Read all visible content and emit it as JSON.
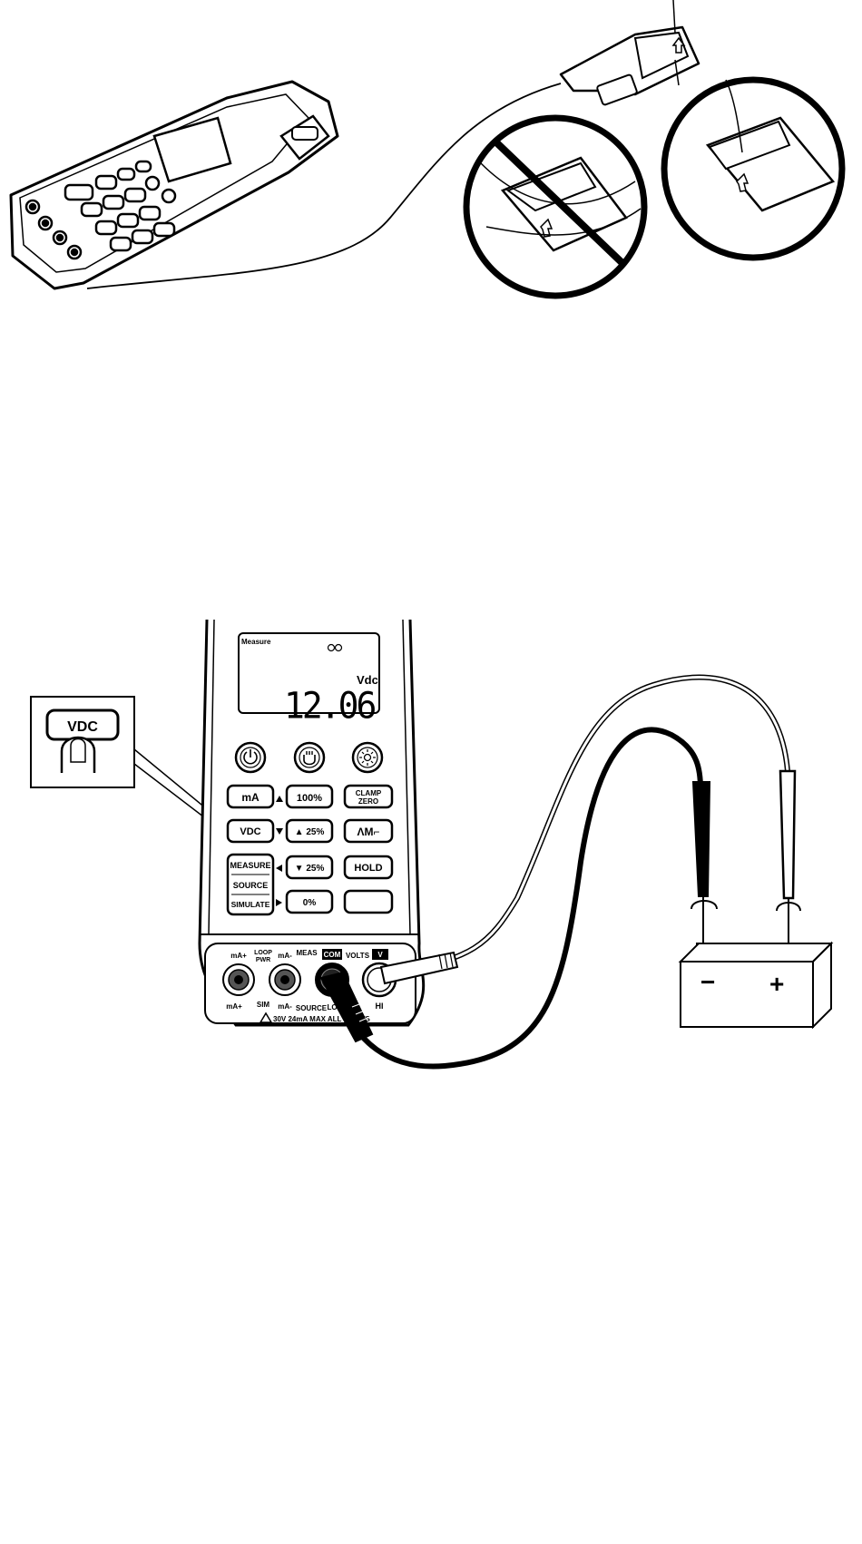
{
  "display": {
    "mode_label": "Measure",
    "reading": "12.06",
    "unit": "Vdc"
  },
  "callout": {
    "key_label": "VDC"
  },
  "keys": {
    "ma": "mA",
    "pct100": "100%",
    "clamp_zero_1": "CLAMP",
    "clamp_zero_2": "ZERO",
    "vdc": "VDC",
    "up25": "▲ 25%",
    "ramp": "ΛΜ⌐",
    "measure": "MEASURE",
    "source": "SOURCE",
    "simulate": "SIMULATE",
    "down25": "▼ 25%",
    "hold": "HOLD",
    "pct0": "0%"
  },
  "jacks": {
    "ma_plus_top": "mA+",
    "loop_pwr_1": "LOOP",
    "loop_pwr_2": "PWR",
    "ma_minus_top": "mA-",
    "meas": "MEAS",
    "com": "COM",
    "volts": "VOLTS",
    "v": "V",
    "ma_plus_bot": "mA+",
    "sim": "SIM",
    "ma_minus_bot": "mA-",
    "source": "SOURCE",
    "lo": "LO",
    "hi": "HI",
    "warning": "30V 24mA MAX ALL INPUTS"
  },
  "battery": {
    "minus": "−",
    "plus": "+"
  }
}
